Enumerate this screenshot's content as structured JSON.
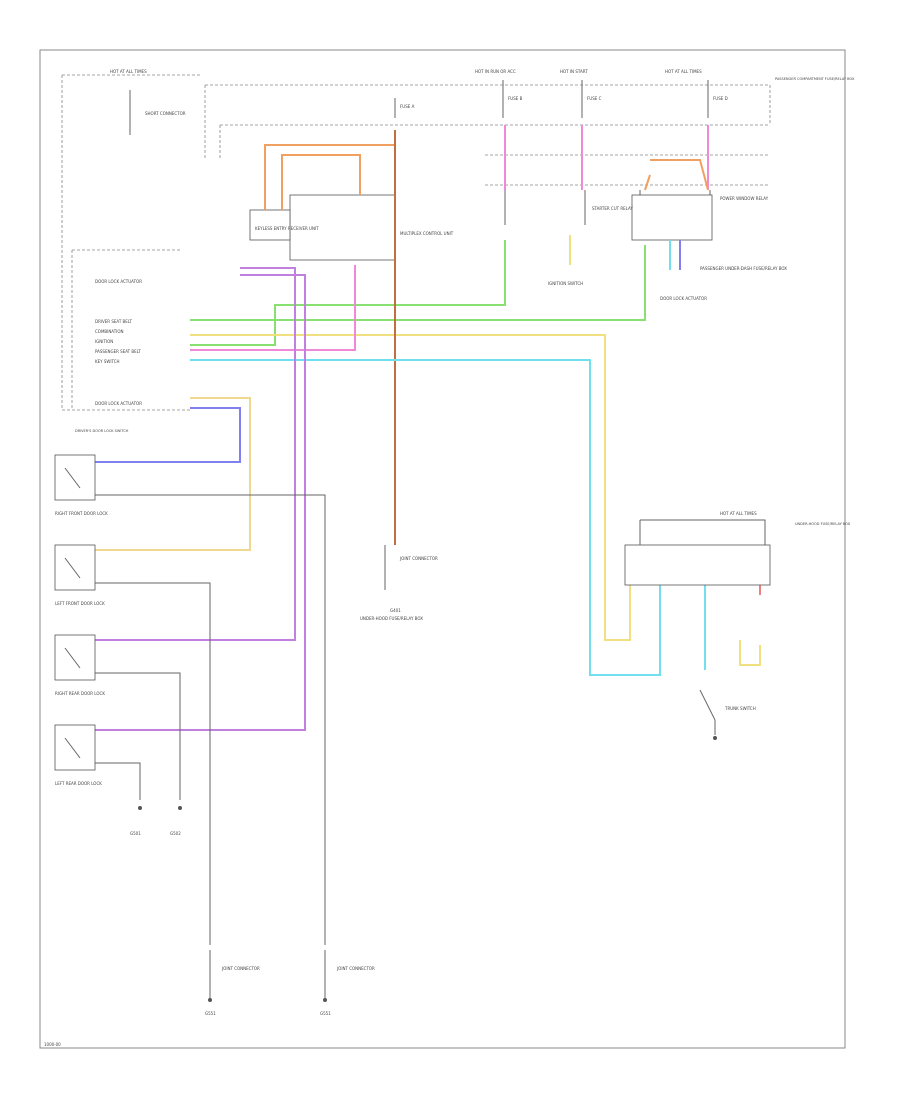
{
  "colors": {
    "orange": "#f0a060",
    "green": "#88e070",
    "yellow": "#f0e080",
    "pink": "#f08ad8",
    "cyan": "#70e0f0",
    "blue": "#8080f0",
    "purple": "#c080e0",
    "brown": "#c07040",
    "lightyellow": "#f0d890",
    "red": "#f08080",
    "black": "#555555"
  },
  "labels": {
    "top_hot_1": "HOT AT ALL TIMES",
    "top_hot_2": "HOT IN RUN OR ACC",
    "top_hot_3": "HOT IN START",
    "top_hot_4": "HOT AT ALL TIMES",
    "passenger_fuse_box": "PASSENGER COMPARTMENT FUSE/RELAY BOX",
    "fuse_a": "FUSE A",
    "fuse_b": "FUSE B",
    "fuse_c": "FUSE C",
    "fuse_d": "FUSE D",
    "short_connector_top": "SHORT CONNECTOR",
    "multiplex_control_unit": "MULTIPLEX CONTROL UNIT",
    "keyless_receiver": "KEYLESS ENTRY RECEIVER UNIT",
    "ignition_switch": "IGNITION SWITCH",
    "starter_cut_relay": "STARTER CUT RELAY",
    "power_window_relay": "POWER WINDOW RELAY",
    "passenger_under_dash": "PASSENGER UNDER-DASH FUSE/RELAY BOX",
    "door_lock_1": "DOOR LOCK ACTUATOR",
    "driver_belt": "DRIVER SEAT BELT",
    "combination": "COMBINATION",
    "ignition_lo": "IGNITION",
    "passenger_belt": "PASSENGER SEAT BELT",
    "key_switch": "KEY SWITCH",
    "door_lock_2": "DOOR LOCK ACTUATOR",
    "driver_door_switch": "DRIVER'S DOOR LOCK SWITCH",
    "right_front_door": "RIGHT FRONT DOOR LOCK",
    "left_front_door": "LEFT FRONT DOOR LOCK",
    "right_rear_door": "RIGHT REAR DOOR LOCK",
    "left_rear_door": "LEFT REAR DOOR LOCK",
    "joint_connector": "JOINT CONNECTOR",
    "ground_1": "G501",
    "ground_2": "G502",
    "ground_3": "G551",
    "ground_center": "G401",
    "under_hood_box": "UNDER-HOOD FUSE/RELAY BOX",
    "trunk_switch": "TRUNK SWITCH",
    "footer_code": "1000-00"
  }
}
